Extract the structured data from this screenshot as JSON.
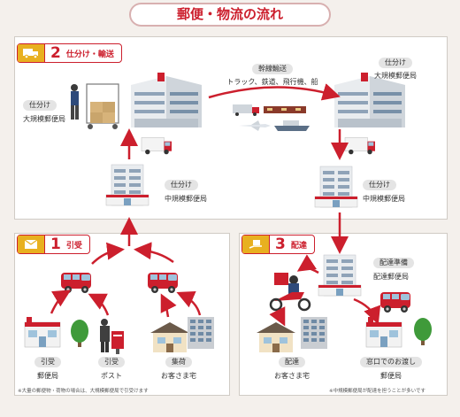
{
  "title": "郵便・物流の流れ",
  "sections": {
    "s2": {
      "num": "2",
      "label": "仕分け・輸送"
    },
    "s1": {
      "num": "1",
      "label": "引受"
    },
    "s3": {
      "num": "3",
      "label": "配達"
    }
  },
  "nodes": {
    "origin_large": {
      "tag": "仕分け",
      "name": "大規模郵便局"
    },
    "dest_large": {
      "tag": "仕分け",
      "name": "大規模郵便局"
    },
    "trunk": {
      "tag": "幹線輸送",
      "modes": "トラック、鉄道、飛行機、船"
    },
    "origin_mid": {
      "tag": "仕分け",
      "name": "中規模郵便局"
    },
    "dest_mid": {
      "tag": "仕分け",
      "name": "中規模郵便局"
    },
    "accept_office": {
      "tag": "引受",
      "name": "郵便局"
    },
    "accept_post": {
      "tag": "引受",
      "name": "ポスト"
    },
    "collect": {
      "tag": "集荷",
      "name": "お客さま宅"
    },
    "deliv_prep": {
      "tag": "配達準備",
      "name": "配達郵便局"
    },
    "deliver": {
      "tag": "配達",
      "name": "お客さま宅"
    },
    "window": {
      "tag": "窓口でのお渡し",
      "name": "郵便局"
    }
  },
  "notes": {
    "left": "※大量の郵便物・荷物の場合は、大規模郵便局で引受けます",
    "right": "※中規模郵便局が配達を担うことが多いです"
  },
  "colors": {
    "accent": "#cc1f2d",
    "yellow": "#e8b020",
    "panel": "#ffffff",
    "bg": "#f4f0ec"
  }
}
